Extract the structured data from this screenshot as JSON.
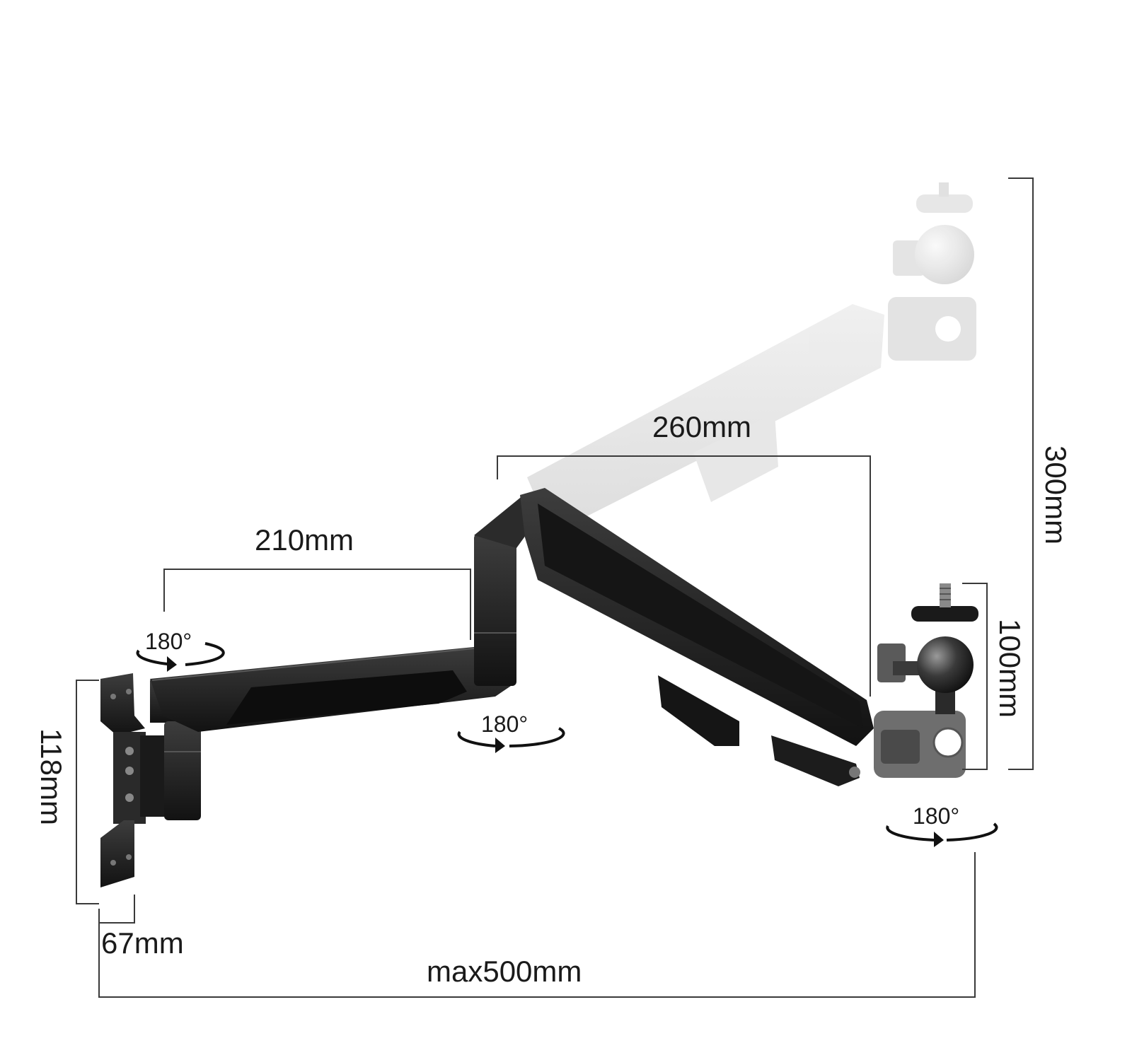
{
  "dimensions": {
    "arm_inner_length": "210mm",
    "arm_outer_length": "260mm",
    "height_range": "300mm",
    "head_height": "100mm",
    "wall_plate_height": "118mm",
    "wall_plate_depth": "67mm",
    "max_reach": "max500mm"
  },
  "rotations": {
    "wall_joint": "180°",
    "elbow_joint": "180°",
    "head_joint": "180°"
  },
  "colors": {
    "arm": "#1e1e1e",
    "arm_highlight": "#3a3a3a",
    "ghost": "#e4e4e4",
    "joint_grey": "#6e6e6e",
    "dimension_line": "#3a3a3a",
    "text": "#1a1a1a"
  }
}
